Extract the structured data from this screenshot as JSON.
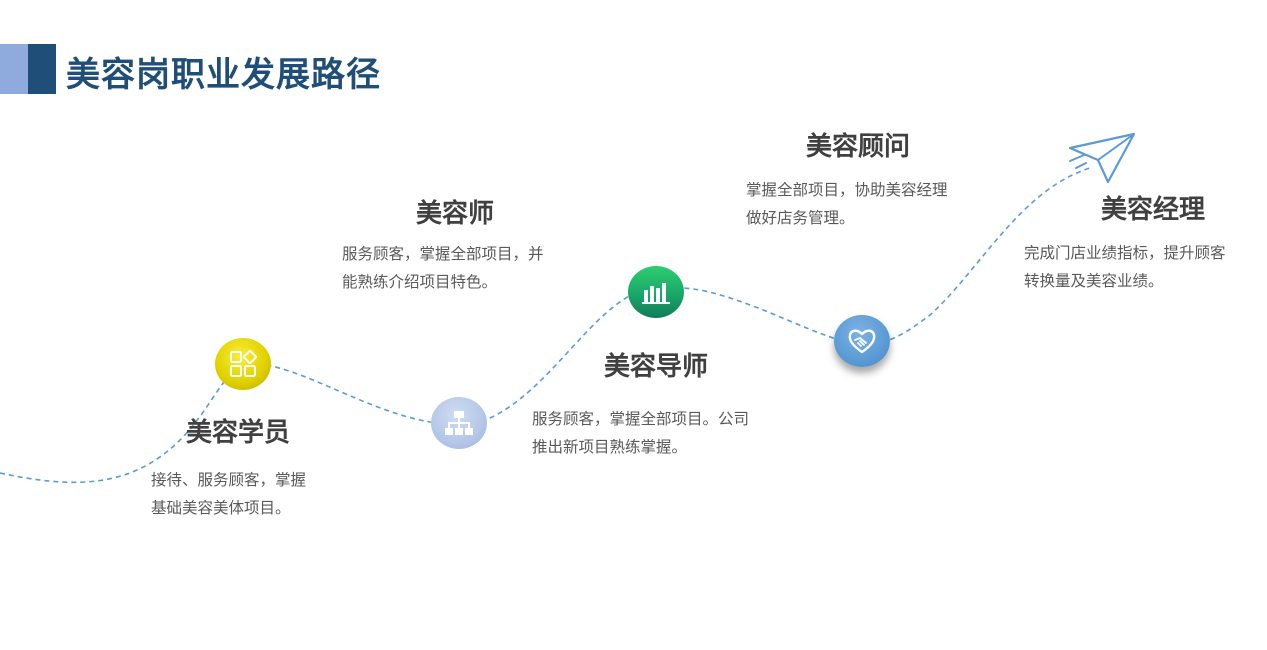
{
  "page": {
    "title": "美容岗职业发展路径"
  },
  "stages": [
    {
      "title": "美容学员",
      "desc_line1": "接待、服务顾客，掌握",
      "desc_line2": "基础美容美体项目。",
      "icon": "apps-grid-icon",
      "color": "#e2d200"
    },
    {
      "title": "美容师",
      "desc_line1": "服务顾客，掌握全部项目，并",
      "desc_line2": "能熟练介绍项目特色。",
      "icon": "org-chart-icon",
      "color": "#b4c7e7"
    },
    {
      "title": "美容导师",
      "desc_line1": "服务顾客，掌握全部项目。公司",
      "desc_line2": "推出新项目熟练掌握。",
      "icon": "bar-chart-icon",
      "color": "#1aa868"
    },
    {
      "title": "美容顾问",
      "desc_line1": "掌握全部项目，协助美容经理",
      "desc_line2": "做好店务管理。",
      "icon": "handshake-heart-icon",
      "color": "#5b9bd5"
    },
    {
      "title": "美容经理",
      "desc_line1": "完成门店业绩指标，提升顾客",
      "desc_line2": "转换量及美容业绩。",
      "icon": "paper-plane-icon",
      "color": "#5b9bd5"
    }
  ],
  "colors": {
    "title_dark": "#1f4e79",
    "title_light": "#8faadc",
    "path": "#5b9bd5",
    "stage_title": "#404040",
    "stage_desc": "#595959"
  }
}
